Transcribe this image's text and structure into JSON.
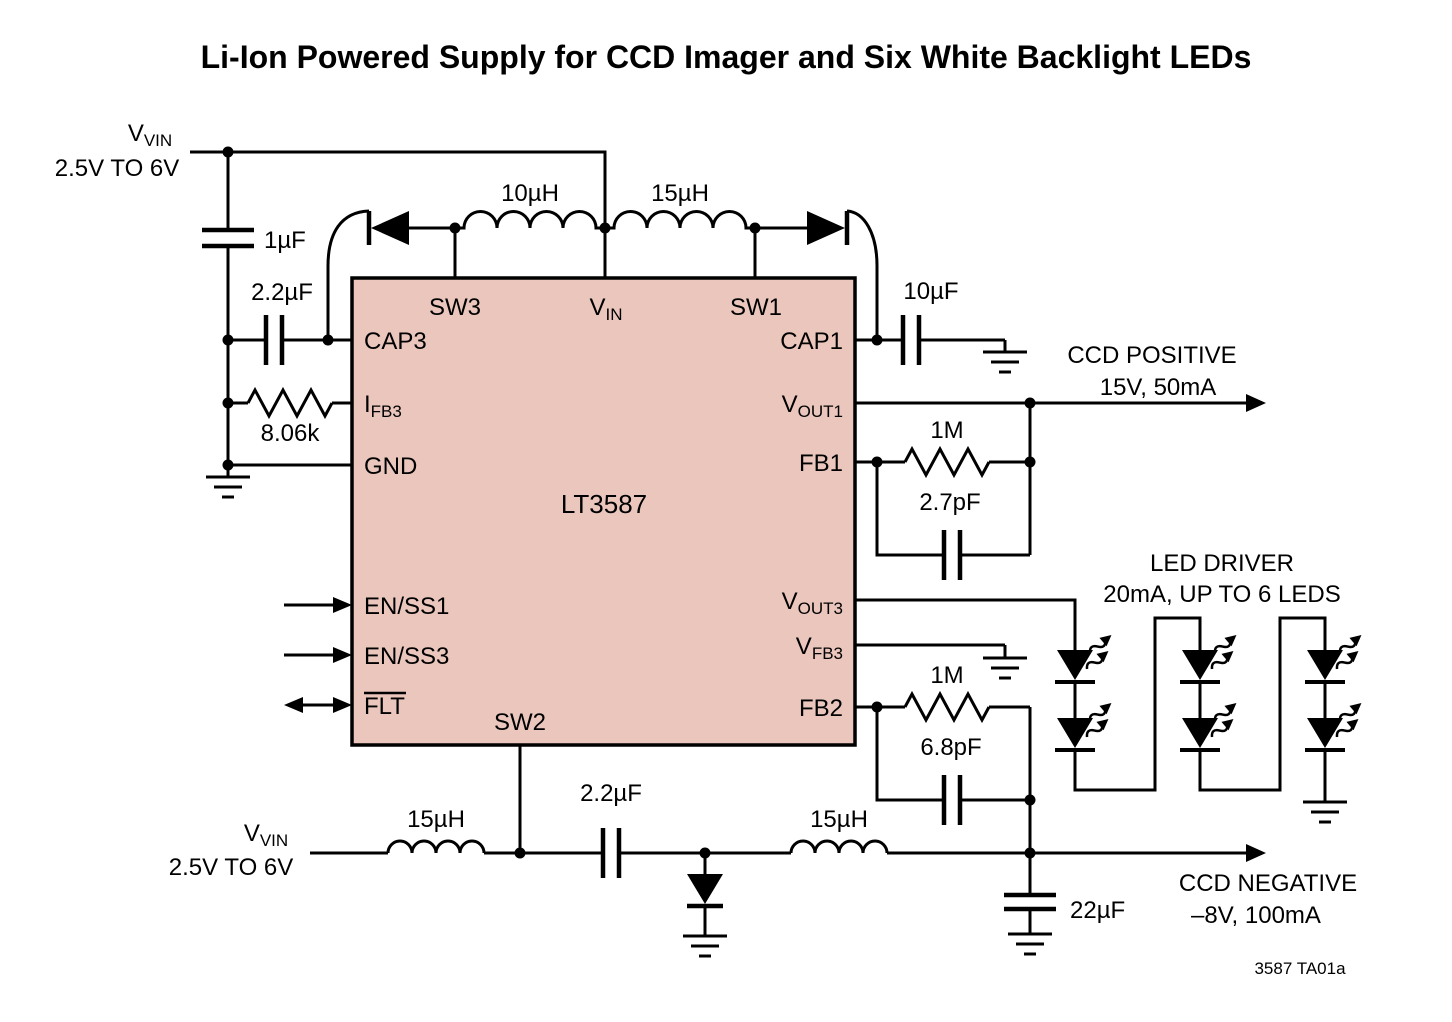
{
  "title": "Li-Ion Powered Supply for CCD Imager and Six White Backlight LEDs",
  "footnote": "3587 TA01a",
  "ic": {
    "part": "LT3587",
    "fill": "#eac6bc",
    "pins": {
      "sw3": "SW3",
      "vin_main": "V",
      "vin_sub": "IN",
      "sw1": "SW1",
      "cap3": "CAP3",
      "ifb3_main": "I",
      "ifb3_sub": "FB3",
      "gnd": "GND",
      "en_ss1": "EN/SS1",
      "en_ss3": "EN/SS3",
      "flt": "FLT",
      "sw2": "SW2",
      "cap1": "CAP1",
      "vout1_main": "V",
      "vout1_sub": "OUT1",
      "fb1": "FB1",
      "vout3_main": "V",
      "vout3_sub": "OUT3",
      "vfb3_main": "V",
      "vfb3_sub": "FB3",
      "fb2": "FB2"
    }
  },
  "supply_top": {
    "name_main": "V",
    "name_sub": "VIN",
    "range": "2.5V TO 6V"
  },
  "supply_bottom": {
    "name_main": "V",
    "name_sub": "VIN",
    "range": "2.5V TO 6V"
  },
  "components": {
    "c_input": "1µF",
    "c_cap3": "2.2µF",
    "r_ifb3": "8.06k",
    "l_sw3": "10µH",
    "l_sw1": "15µH",
    "c_cap1": "10µF",
    "r_fb1": "1M",
    "c_fb1": "2.7pF",
    "r_fb2": "1M",
    "c_fb2": "6.8pF",
    "l_in_neg": "15µH",
    "c_fly_neg": "2.2µF",
    "l_out_neg": "15µH",
    "c_out_neg": "22µF"
  },
  "outputs": {
    "ccd_pos_line1": "CCD POSITIVE",
    "ccd_pos_line2": "15V, 50mA",
    "led_line1": "LED DRIVER",
    "led_line2": "20mA, UP TO 6 LEDS",
    "ccd_neg_line1": "CCD NEGATIVE",
    "ccd_neg_line2": "–8V, 100mA"
  }
}
